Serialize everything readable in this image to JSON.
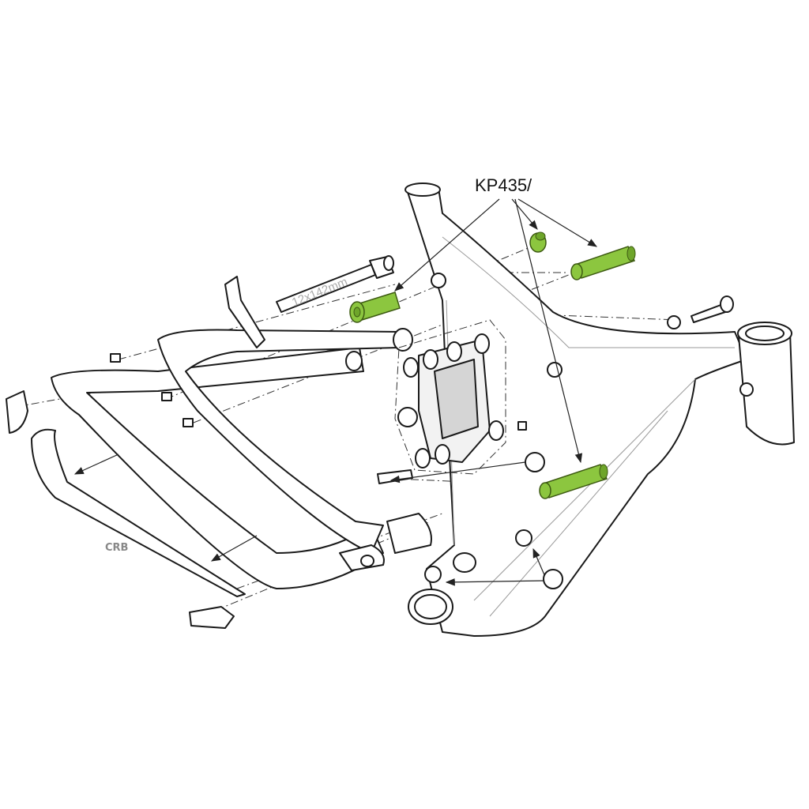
{
  "diagram": {
    "part_label": "KP435/",
    "axle_label": "12x142mm",
    "protector_label": "CRB",
    "highlight_color": "#8cc63f"
  }
}
